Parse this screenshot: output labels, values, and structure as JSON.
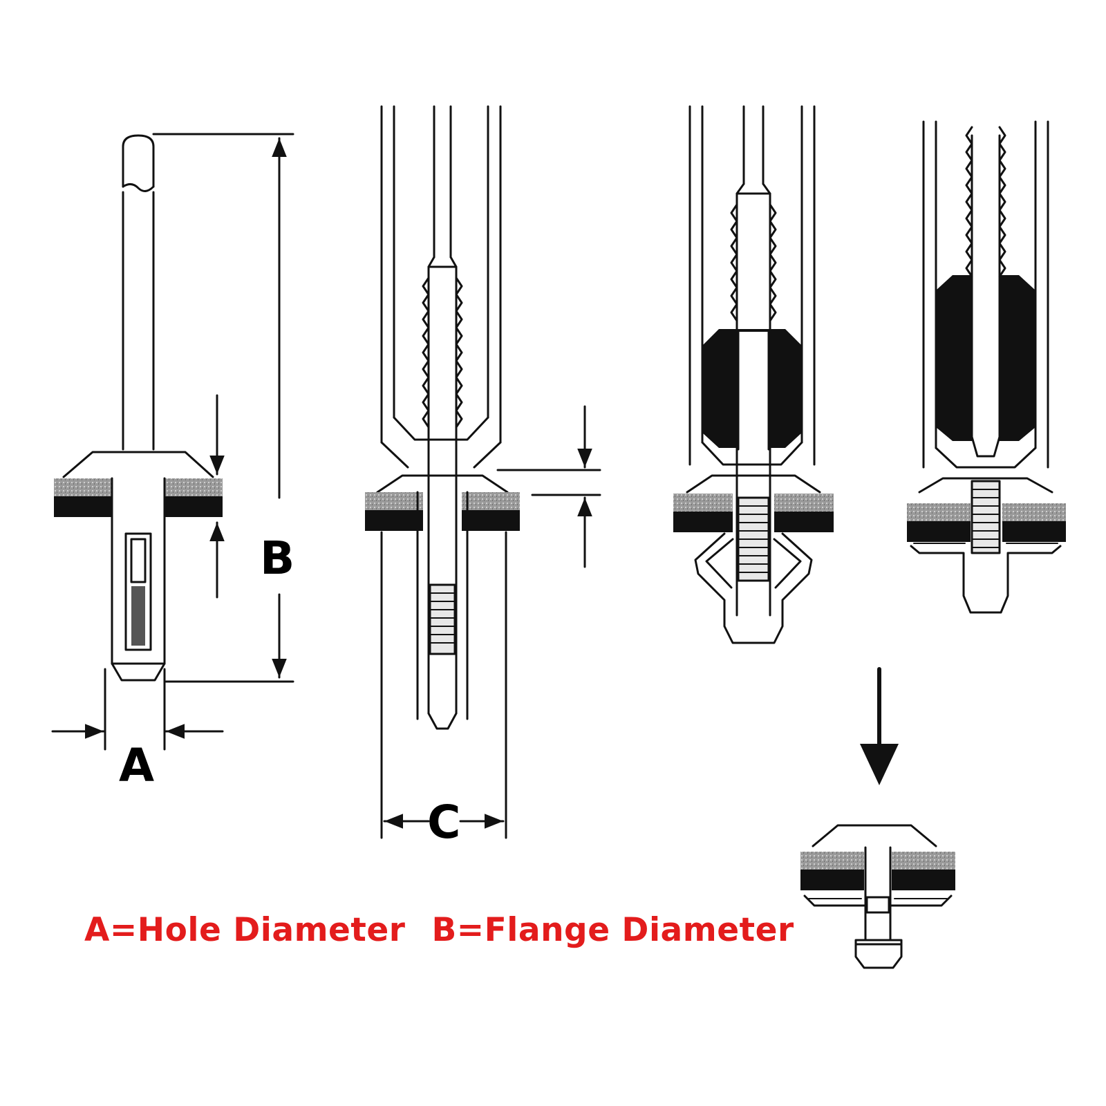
{
  "labels": {
    "a": "A",
    "b": "B",
    "c": "C"
  },
  "legend": {
    "a_text": "A=Hole Diameter",
    "b_text": "B=Flange Diameter",
    "color": "#e31c1c"
  },
  "colors": {
    "line": "#111111",
    "panel_black": "#111111",
    "panel_gray": "#8f8f8f"
  },
  "icons": {
    "arrow": "arrow-down-icon"
  }
}
